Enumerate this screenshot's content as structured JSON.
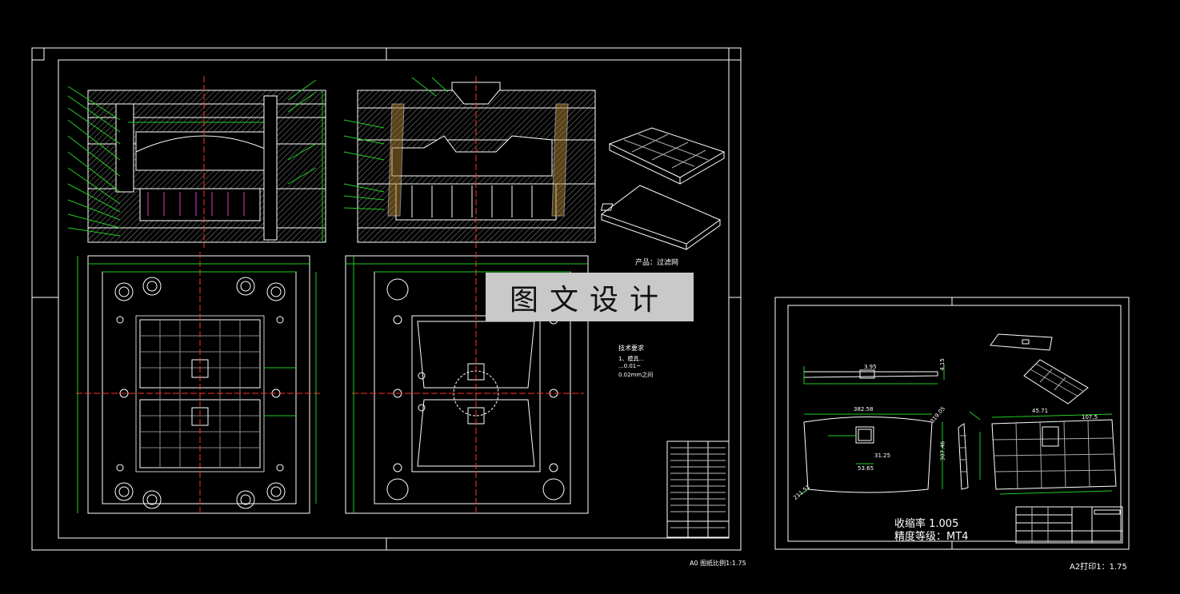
{
  "watermark": {
    "text": "图文设计"
  },
  "sheet_a0": {
    "scale_note": "A0 图纸比例1:1.75",
    "product_label": "产品：过滤网",
    "tech_requirements_title": "技术要求",
    "tech_requirements": [
      "1、模具...",
      "...0.01~",
      "0.02mm之间"
    ]
  },
  "sheet_a2": {
    "scale_note": "A2打印1：1.75",
    "shrinkage": "收缩率 1.005",
    "precision": "精度等级：MT4",
    "dimensions": [
      "382.58",
      "307.46",
      "45.71",
      "107.5",
      "31.25",
      "53.65",
      "3.95",
      "4.15",
      "211.51",
      "319.05"
    ]
  },
  "colors": {
    "background": "#000000",
    "lines": "#ffffff",
    "centerline": "#ff3030",
    "dimension": "#22cc22",
    "hidden": "#d040d0",
    "hatch": "#9a9a9a",
    "watermark_bg": "#c9c9c9"
  }
}
